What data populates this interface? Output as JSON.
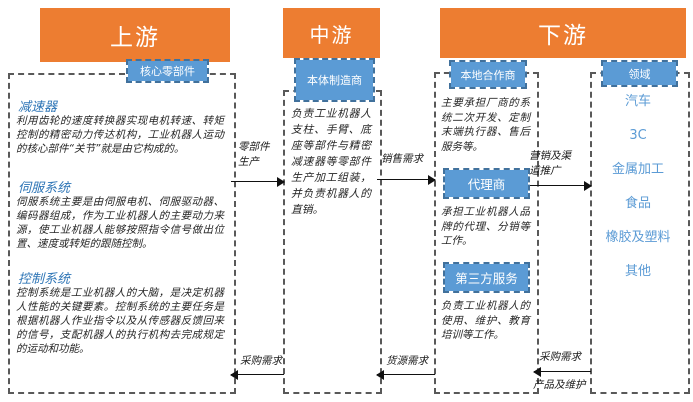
{
  "colors": {
    "header_orange": "#ED7D31",
    "tab_blue": "#5B9BD5",
    "tab_border_blue": "#41719C",
    "title_blue": "#2E75B6",
    "dash_gray": "#595959"
  },
  "upstream": {
    "header": "上游",
    "tab": "核心零部件",
    "sections": [
      {
        "title": "减速器",
        "body": "利用齿轮的速度转换器实现电机转速、转矩控制的精密动力传达机构，工业机器人运动的核心部件“关节”就是由它构成的。"
      },
      {
        "title": "伺服系统",
        "body": "伺服系统主要是由伺服电机、伺服驱动器、编码器组成，作为工业机器人的主要动力来源，使工业机器人能够按照指令信号做出位置、速度或转矩的跟随控制。"
      },
      {
        "title": "控制系统",
        "body": "控制系统是工业机器人的大脑，是决定机器人性能的关键要素。控制系统的主要任务是根据机器人作业指令以及从传感器反馈回来的信号，支配机器人的执行机构去完成规定的运动和功能。"
      }
    ]
  },
  "midstream": {
    "header": "中游",
    "tab": "本体制造商",
    "body": "负责工业机器人支柱、手臂、底座等部件与精密减速器等零部件生产加工组装，并负责机器人的直销。"
  },
  "downstream": {
    "header": "下游",
    "partners": {
      "tab": "本地合作商",
      "body": "主要承担厂商的系统二次开发、定制末端执行器、售后服务等。",
      "agent": {
        "tab": "代理商",
        "body": "承担工业机器人品牌的代理、分销等工作。"
      },
      "third_party": {
        "tab": "第三方服务",
        "body": "负责工业机器人的使用、维护、教育培训等工作。"
      }
    },
    "fields": {
      "tab": "领域",
      "items": [
        "汽车",
        "3C",
        "金属加工",
        "食品",
        "橡胶及塑料",
        "其他"
      ]
    }
  },
  "flows": {
    "parts_production": "零部件生产",
    "sales_demand": "销售需求",
    "marketing_channel": "营销及渠道推广",
    "purchase_demand_left": "采购需求",
    "supply_demand": "货源需求",
    "purchase_demand_right": "采购需求",
    "product_maintenance": "产品及维护"
  }
}
